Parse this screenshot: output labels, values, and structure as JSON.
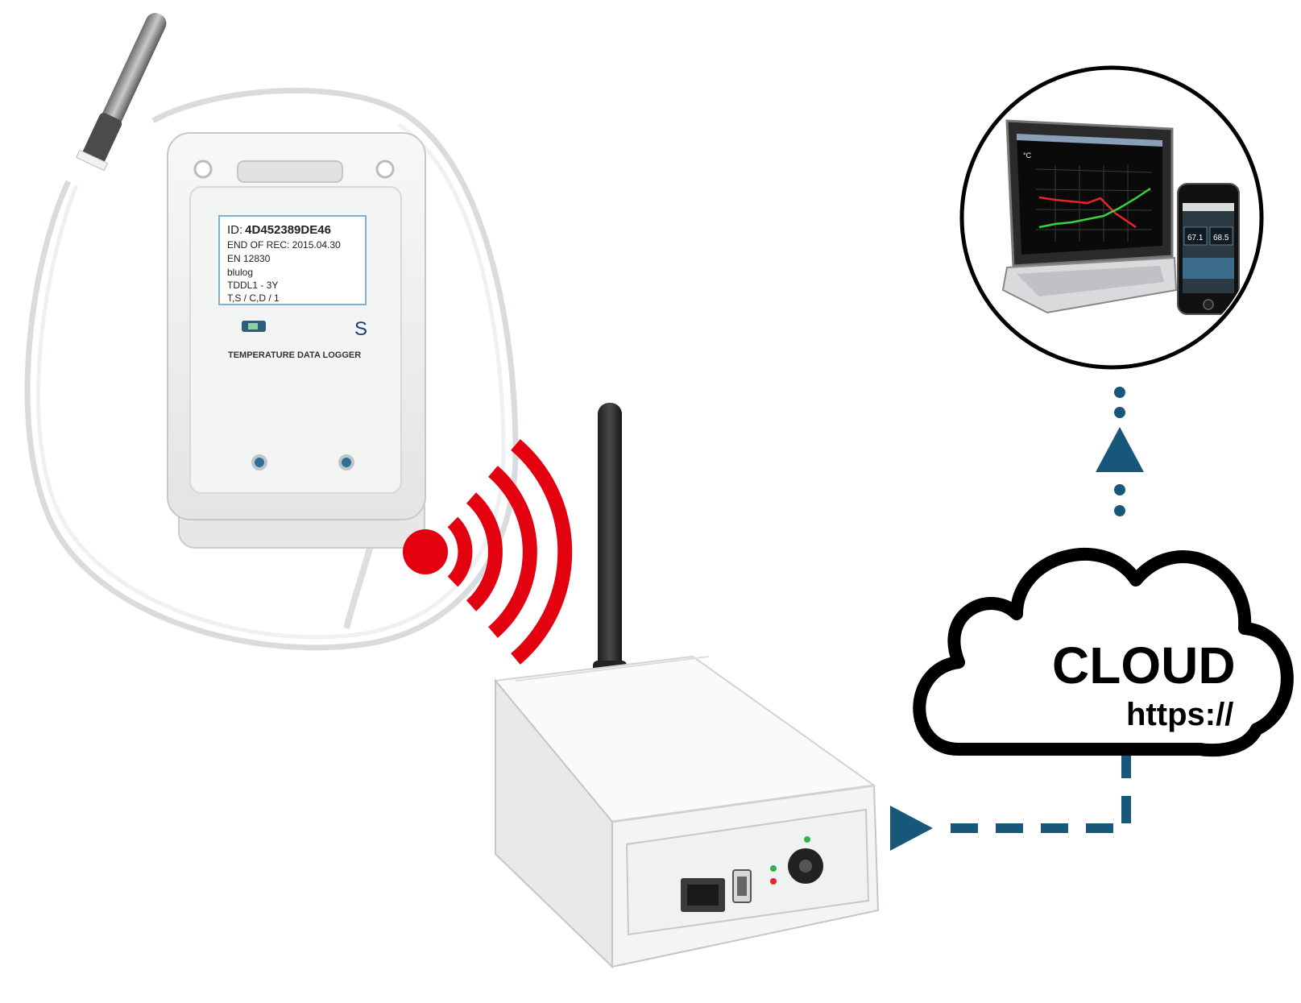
{
  "logger": {
    "id_prefix": "ID:",
    "id_value": "4D452389DE46",
    "end_of_rec": "END OF REC: 2015.04.30",
    "standard": "EN 12830",
    "brand": "blulog",
    "model": "TDDL1 - 3Y",
    "class": "T,S / C,D / 1",
    "logo_letter": "S",
    "caption": "TEMPERATURE DATA LOGGER"
  },
  "cloud": {
    "title": "CLOUD",
    "protocol": "https://"
  },
  "laptop_chart": {
    "unit": "°C"
  },
  "phone": {
    "reading_1": "67.1",
    "reading_2": "68.5"
  },
  "colors": {
    "wireless_signal": "#e3000f",
    "data_flow": "#17587a",
    "cloud_outline": "#000000",
    "laptop_series_red": "#e8232a",
    "laptop_series_green": "#3cd13c"
  },
  "icons": [
    "wireless-signal-icon",
    "cloud-icon",
    "arrow-right-icon",
    "arrow-up-icon",
    "laptop-icon",
    "smartphone-icon"
  ]
}
